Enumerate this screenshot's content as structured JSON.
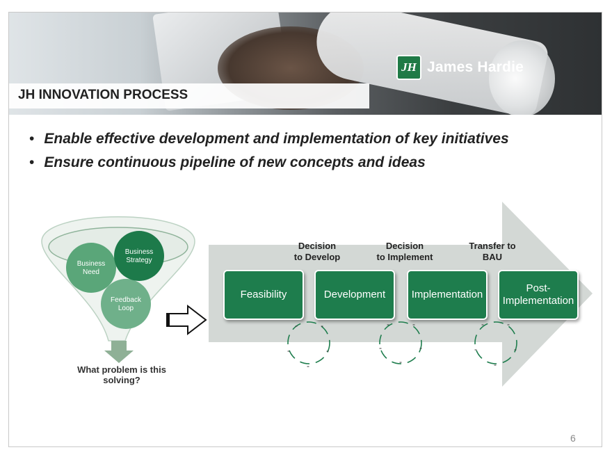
{
  "header": {
    "title": "JH INNOVATION PROCESS",
    "brand_mark": "JH",
    "brand_name": "James Hardie"
  },
  "bullets": [
    "Enable effective development and implementation of key initiatives",
    "Ensure continuous pipeline of new concepts and ideas"
  ],
  "funnel": {
    "circles": [
      {
        "label": "Business\nNeed"
      },
      {
        "label": "Business\nStrategy"
      },
      {
        "label": "Feedback\nLoop"
      }
    ],
    "question": "What problem is this\nsolving?"
  },
  "process": {
    "stages": [
      "Feasibility",
      "Development",
      "Implementation",
      "Post-\nImplementation"
    ],
    "decisions": [
      "Decision\nto Develop",
      "Decision\nto Implement",
      "Transfer to\nBAU"
    ]
  },
  "page_number": "6",
  "colors": {
    "brand_green": "#1e7d4d",
    "circle_green_dark": "#1d7a4a",
    "circle_green_light": "#3f9b6a",
    "arrow_gray": "#d3d8d5"
  }
}
